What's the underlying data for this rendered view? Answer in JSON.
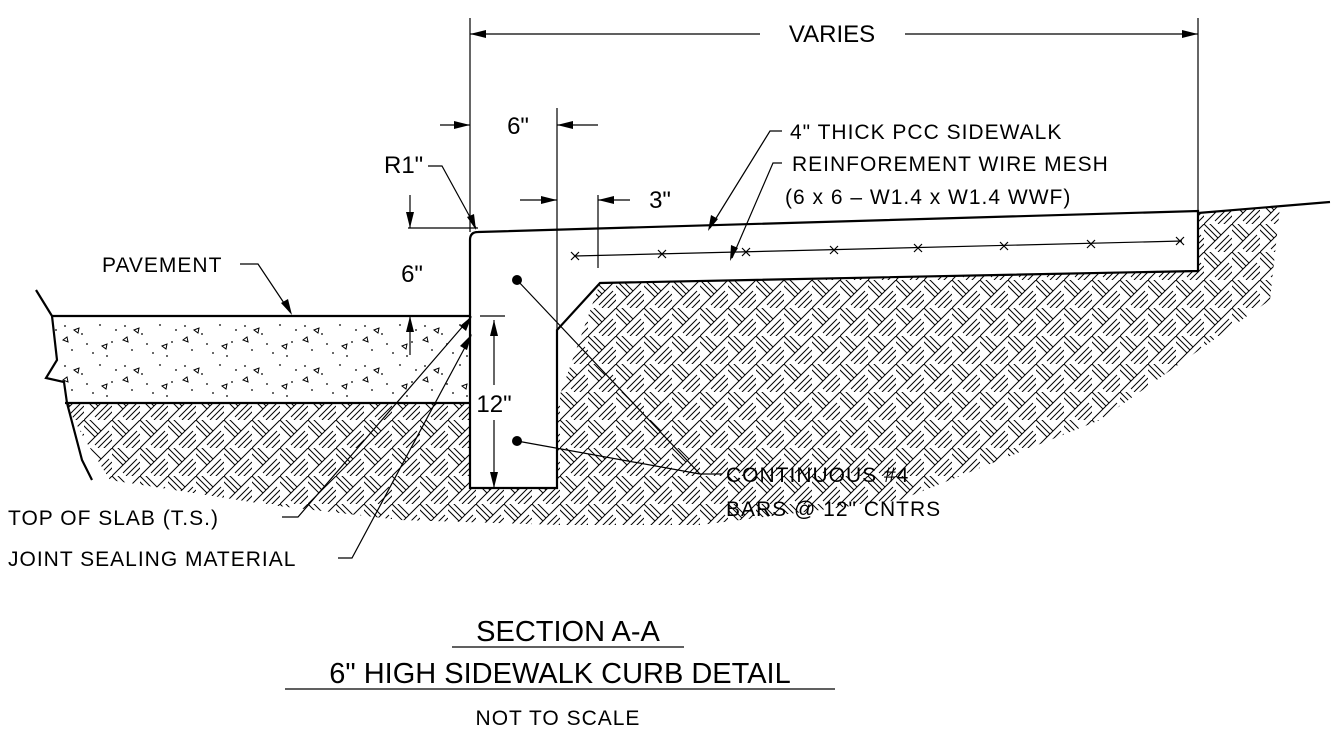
{
  "labels": {
    "varies": "VARIES",
    "dim_6_top": "6\"",
    "dim_r1": "R1\"",
    "dim_3": "3\"",
    "dim_6_curb": "6\"",
    "dim_12": "12\"",
    "sidewalk": "4\" THICK PCC SIDEWALK",
    "mesh": "REINFOREMENT WIRE MESH",
    "mesh_spec": "(6 x 6 – W1.4 x W1.4 WWF)",
    "pavement": "PAVEMENT",
    "bars_1": "CONTINUOUS #4",
    "bars_2": "BARS @ 12\" CNTRS",
    "top_of_slab": "TOP OF SLAB (T.S.)",
    "joint": "JOINT SEALING MATERIAL"
  },
  "title": {
    "line1": "SECTION A-A",
    "line2": "6\" HIGH SIDEWALK CURB DETAIL",
    "scale": "NOT TO SCALE"
  }
}
